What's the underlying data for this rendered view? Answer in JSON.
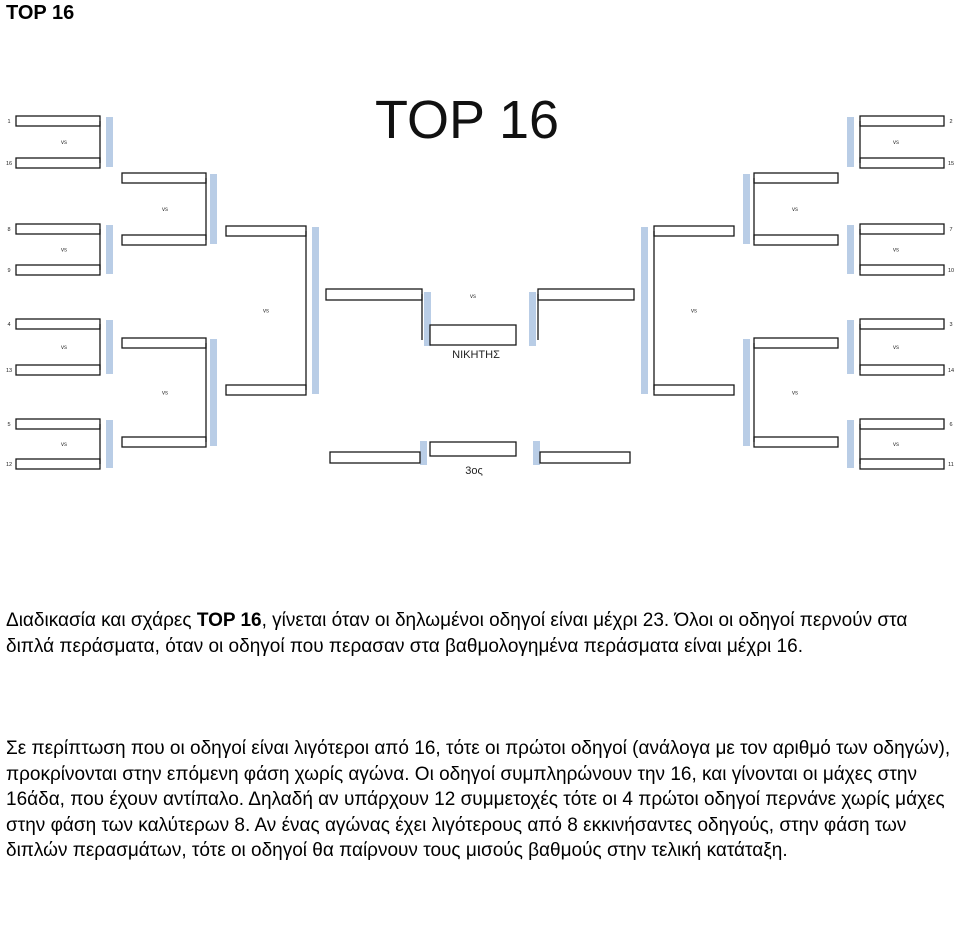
{
  "page_title": "TOP 16",
  "bracket": {
    "title": "TOP 16",
    "winner_label": "ΝΙΚΗΤΗΣ",
    "third_label": "3ος",
    "vs_label": "vs",
    "left_seeds": [
      "1",
      "16",
      "8",
      "9",
      "4",
      "13",
      "5",
      "12"
    ],
    "right_seeds": [
      "2",
      "15",
      "7",
      "10",
      "3",
      "14",
      "6",
      "11"
    ],
    "colors": {
      "line": "#1a1a1a",
      "accent": "#b9cde6"
    }
  },
  "text": {
    "p1_a": "Διαδικασία και σχάρες ",
    "p1_bold": "TOP 16",
    "p1_b": ", γίνεται όταν οι δηλωμένοι οδηγοί είναι μέχρι 23. Όλοι οι οδηγοί περνούν στα διπλά περάσματα, όταν οι οδηγοί που περασαν στα βαθμολογημένα περάσματα είναι μέχρι 16.",
    "p2": "Σε περίπτωση που οι οδηγοί είναι λιγότεροι από 16, τότε οι πρώτοι οδηγοί (ανάλογα με τον αριθμό των οδηγών), προκρίνονται στην επόμενη φάση χωρίς αγώνα. Οι οδηγοί συμπληρώνουν την 16, και γίνονται οι μάχες στην 16άδα, που έχουν αντίπαλο. Δηλαδή αν υπάρχουν 12 συμμετοχές τότε οι 4 πρώτοι οδηγοί περνάνε χωρίς μάχες στην φάση των καλύτερων 8. Αν ένας αγώνας έχει λιγότερους από 8 εκκινήσαντες οδηγούς, στην φάση των διπλών περασμάτων, τότε οι οδηγοί θα παίρνουν τους μισούς βαθμούς στην τελική κατάταξη."
  }
}
